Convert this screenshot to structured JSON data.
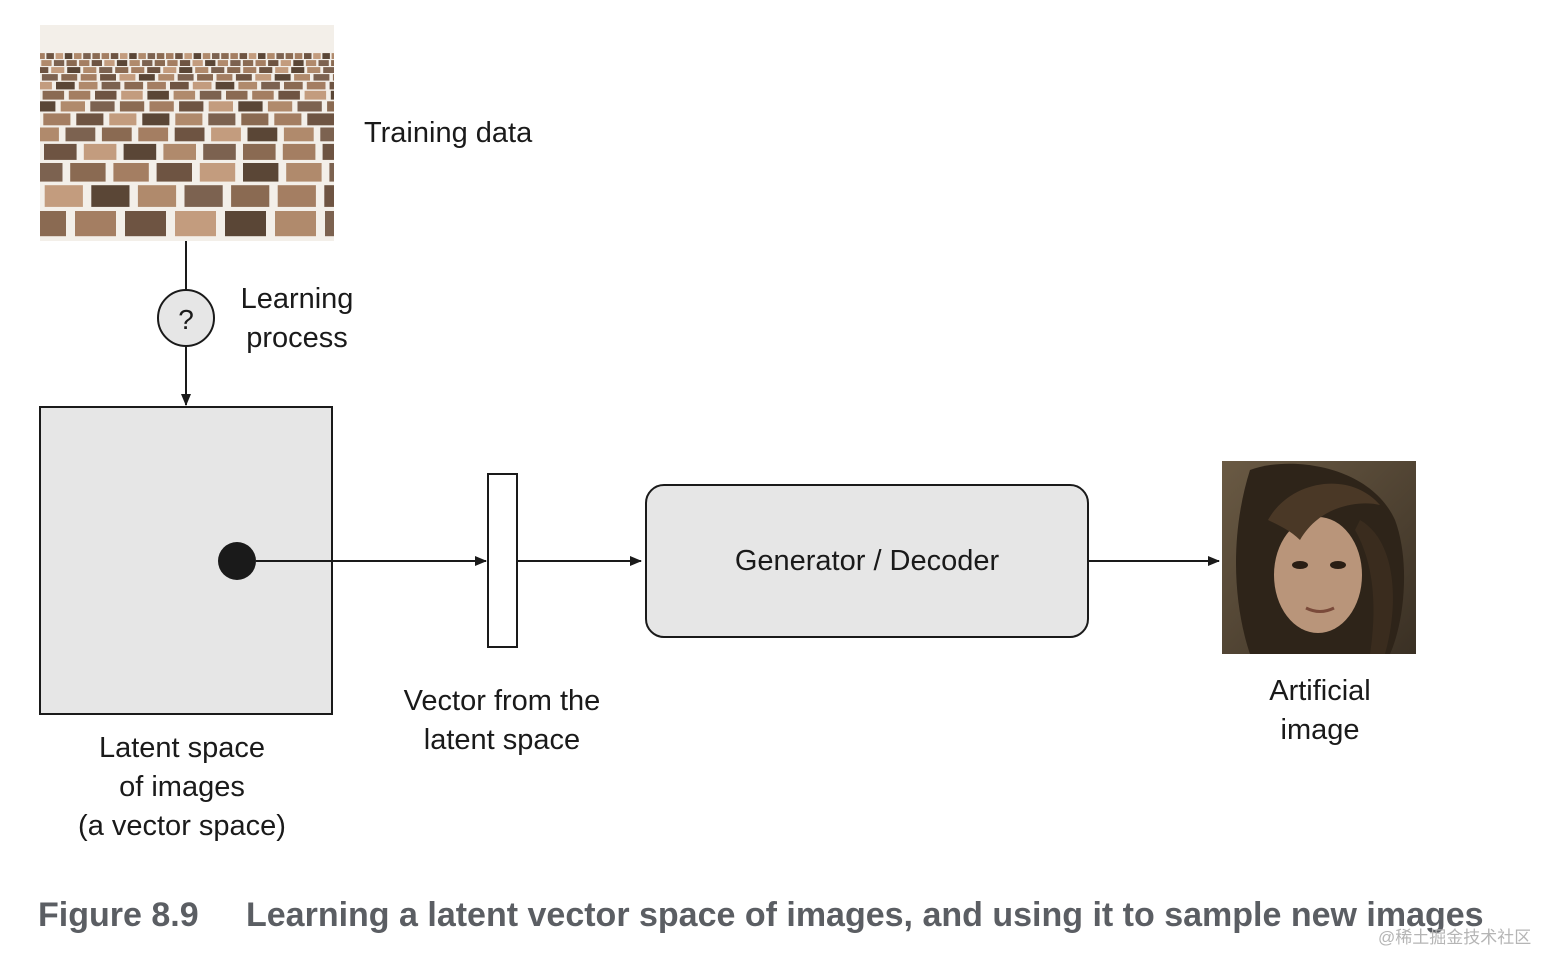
{
  "training": {
    "label": "Training data"
  },
  "learning": {
    "symbol": "?",
    "line1": "Learning",
    "line2": "process"
  },
  "latent_space": {
    "line1": "Latent space",
    "line2": "of images",
    "line3": "(a vector space)"
  },
  "vector": {
    "line1": "Vector from the",
    "line2": "latent space"
  },
  "generator": {
    "label": "Generator / Decoder"
  },
  "output": {
    "line1": "Artificial",
    "line2": "image"
  },
  "caption": {
    "number": "Figure 8.9",
    "text": "Learning a latent vector space of images, and using it to sample new images"
  },
  "watermark": {
    "text": "@稀土掘金技术社区"
  },
  "colors": {
    "box_fill": "#e6e6e6",
    "line": "#1a1a1a",
    "caption": "#5b5e63"
  }
}
